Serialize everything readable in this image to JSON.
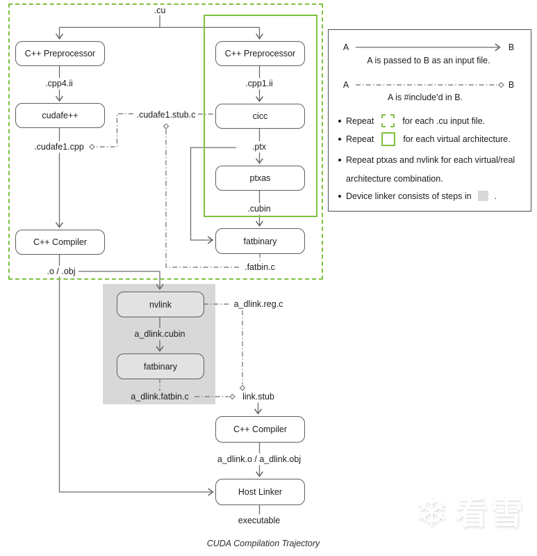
{
  "diagram": {
    "caption": "CUDA Compilation Trajectory",
    "nodes": {
      "preproc_left": "C++ Preprocessor",
      "preproc_right": "C++ Preprocessor",
      "cudafe": "cudafe++",
      "cicc": "cicc",
      "ptxas": "ptxas",
      "fatbinary_arch": "fatbinary",
      "cpp_compiler_host": "C++ Compiler",
      "nvlink": "nvlink",
      "fatbinary_device": "fatbinary",
      "cpp_compiler_link": "C++ Compiler",
      "host_linker": "Host Linker"
    },
    "files": {
      "cu": ".cu",
      "cpp4_ii": ".cpp4.ii",
      "cpp1_ii": ".cpp1.ii",
      "cudafe1_cpp": ".cudafe1.cpp",
      "cudafe1_stub_c": ".cudafe1.stub.c",
      "ptx": ".ptx",
      "cubin": ".cubin",
      "o_obj": ".o / .obj",
      "fatbin_c": ".fatbin.c",
      "a_dlink_reg_c": "a_dlink.reg.c",
      "a_dlink_cubin": "a_dlink.cubin",
      "a_dlink_fatbin_c": "a_dlink.fatbin.c",
      "link_stub": "link.stub",
      "a_dlink_o_obj": "a_dlink.o / a_dlink.obj",
      "executable": "executable"
    }
  },
  "legend": {
    "passed": {
      "a": "A",
      "b": "B",
      "caption": "A is passed to B as an input file."
    },
    "included": {
      "a": "A",
      "b": "B",
      "caption": "A is #include'd in B."
    },
    "bullets": {
      "cu_input": {
        "pre": "Repeat",
        "post": "for each .cu input file."
      },
      "virtual_arch": {
        "pre": "Repeat",
        "post": "for each virtual architecture."
      },
      "ptxas_nvlink": {
        "line1": "Repeat ptxas and nvlink for each virtual/real",
        "line2": "architecture combination."
      },
      "device_linker": {
        "pre": "Device linker consists of steps in",
        "post": "."
      }
    }
  },
  "watermark": {
    "snowflake": "❄",
    "text": "看雪"
  },
  "colors": {
    "green": "#7cc13d",
    "backdrop_gray": "#d8d8d8",
    "line_gray": "#6b6b6b"
  }
}
